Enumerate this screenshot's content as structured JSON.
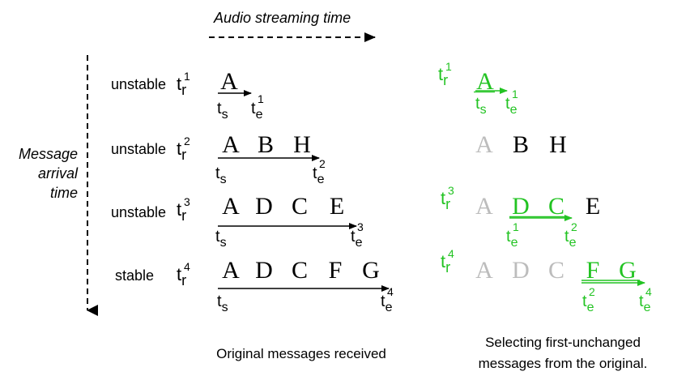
{
  "header": {
    "streaming_label": "Audio streaming time"
  },
  "side": {
    "arrival_lines": [
      "Message",
      "arrival",
      "time"
    ]
  },
  "colors": {
    "green": "#22c322",
    "gray": "#bcbcbc",
    "black": "#000000"
  },
  "symbols": {
    "r": "t",
    "r_sub": "r",
    "s": "t",
    "s_sub": "s",
    "e": "t",
    "e_sub": "e"
  },
  "left_rows": [
    {
      "status": "unstable",
      "sup": "1",
      "letters": [
        "A"
      ],
      "end_sup": "1"
    },
    {
      "status": "unstable",
      "sup": "2",
      "letters": [
        "A",
        "B",
        "H"
      ],
      "end_sup": "2"
    },
    {
      "status": "unstable",
      "sup": "3",
      "letters": [
        "A",
        "D",
        "C",
        "E"
      ],
      "end_sup": "3"
    },
    {
      "status": "stable",
      "sup": "4",
      "letters": [
        "A",
        "D",
        "C",
        "F",
        "G"
      ],
      "end_sup": "4"
    }
  ],
  "right_rows": [
    {
      "sup": "1",
      "letters": [
        "A"
      ],
      "start_sup": "",
      "end_sup": "1"
    },
    {
      "sup": "",
      "letters": [
        "A",
        "B",
        "H"
      ],
      "start_sup": "",
      "end_sup": ""
    },
    {
      "sup": "3",
      "letters": [
        "A",
        "D",
        "C",
        "E"
      ],
      "start_sup": "1",
      "end_sup": "2"
    },
    {
      "sup": "4",
      "letters": [
        "A",
        "D",
        "C",
        "F",
        "G"
      ],
      "start_sup": "2",
      "end_sup": "4"
    }
  ],
  "captions": {
    "left": "Original messages received",
    "right_line1": "Selecting first-unchanged",
    "right_line2": "messages from the original."
  }
}
